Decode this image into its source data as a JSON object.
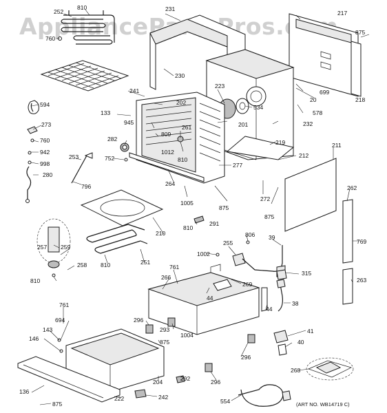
{
  "watermark": "AppliancePartsPros.com",
  "art_number": "(ART NO. WB14719 C)",
  "callouts": [
    "252",
    "810",
    "760",
    "231",
    "217",
    "875",
    "241",
    "230",
    "594",
    "223",
    "534",
    "20",
    "699",
    "218",
    "133",
    "202",
    "945",
    "273",
    "261",
    "201",
    "578",
    "232",
    "760",
    "809",
    "282",
    "942",
    "1012",
    "752",
    "810",
    "219",
    "998",
    "253",
    "277",
    "212",
    "211",
    "280",
    "796",
    "264",
    "1005",
    "875",
    "272",
    "875",
    "262",
    "810",
    "291",
    "806",
    "210",
    "769",
    "39",
    "257",
    "259",
    "255",
    "1002",
    "258",
    "251",
    "810",
    "315",
    "761",
    "266",
    "810",
    "269",
    "44",
    "44",
    "263",
    "38",
    "761",
    "694",
    "296",
    "41",
    "143",
    "1004",
    "293",
    "875",
    "40",
    "146",
    "296",
    "292",
    "268",
    "136",
    "204",
    "296",
    "222",
    "242",
    "554",
    "875"
  ]
}
